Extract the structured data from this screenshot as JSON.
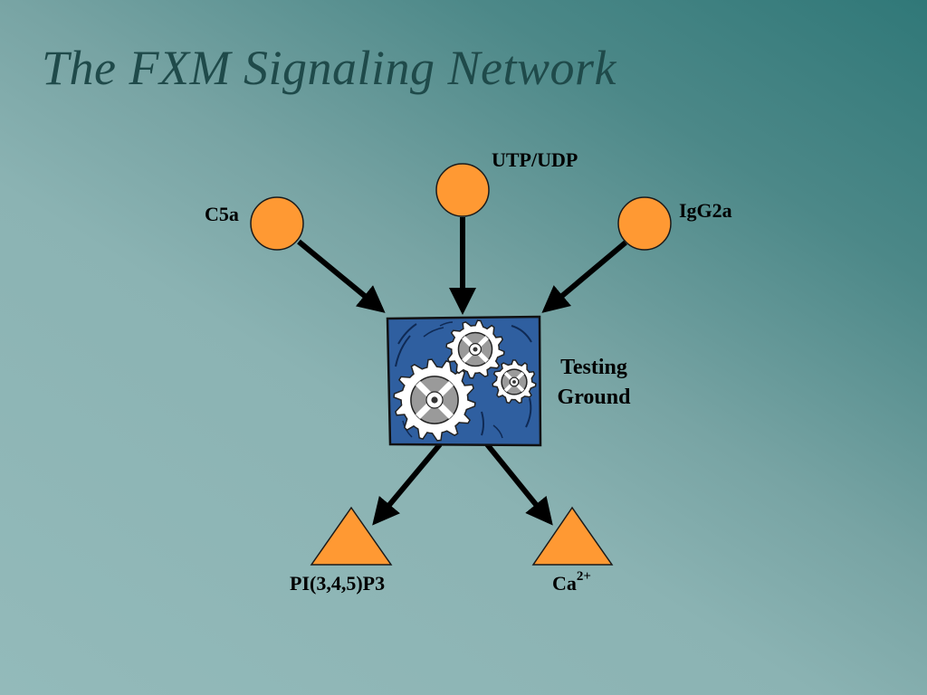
{
  "slide": {
    "title": "The FXM Signaling Network"
  },
  "colors": {
    "node_fill": "#ff9933",
    "node_stroke": "#1a1a1a",
    "arrow": "#000000",
    "box_fill": "#2f5fa0",
    "gear_fill": "#ffffff",
    "gear_hub": "#9a9a9a",
    "title_color": "#1f4a4a"
  },
  "inputs": [
    {
      "id": "c5a",
      "label": "C5a",
      "shape": "circle"
    },
    {
      "id": "utp",
      "label": "UTP/UDP",
      "shape": "circle"
    },
    {
      "id": "igg",
      "label": "IgG2a",
      "shape": "circle"
    }
  ],
  "hub": {
    "label_line1": "Testing",
    "label_line2": "Ground",
    "icon": "gears-icon"
  },
  "outputs": [
    {
      "id": "pip3",
      "label": "PI(3,4,5)P3",
      "shape": "triangle"
    },
    {
      "id": "ca",
      "label": "Ca",
      "superscript": "2+",
      "shape": "triangle"
    }
  ]
}
